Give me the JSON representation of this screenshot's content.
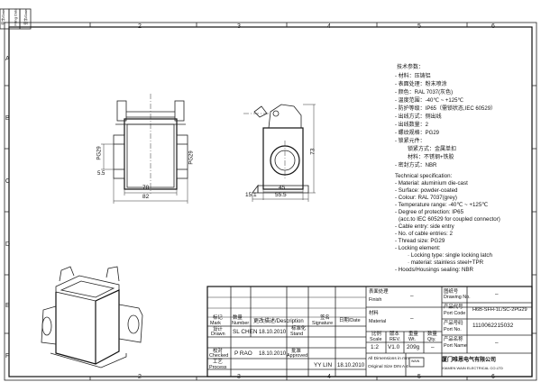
{
  "zones": {
    "top": [
      "2",
      "3",
      "4",
      "5",
      "6"
    ],
    "bottom": [
      "2",
      "3",
      "4",
      "5",
      "6"
    ],
    "left": [
      "A",
      "B",
      "C",
      "D",
      "E",
      "F"
    ]
  },
  "side_tabs": [
    "签字/Date",
    "Filing Date",
    "签字/Date"
  ],
  "dimensions": {
    "pg29_left": "PG29",
    "d5_5": "5.5",
    "d70": "70",
    "d82": "82",
    "pg29_right": "PG29",
    "d45": "45",
    "d55_5": "55.5",
    "d15_1": "15.1",
    "d73": "73"
  },
  "spec_cn_title": "技术参数：",
  "spec_cn": [
    "- 材料：压铸铝",
    "- 表面处理：粉末喷涂",
    "- 颜色：RAL 7037(灰色)",
    "- 温度范围：-40℃ ~ +125℃",
    "- 防护等级：IP65（需锁状态,IEC 60529）",
    "- 出线方式：侧出线",
    "- 出线数量：2",
    "- 螺纹规格：PG29",
    "- 锁紧元件：",
    "锁紧方式：金属单扣",
    "材料：不锈钢+铁胶",
    "- 密封方式：NBR"
  ],
  "spec_en_title": "Technical specification:",
  "spec_en": [
    "- Material: aluminium die-cast",
    "- Surface: powder-coated",
    "- Colour: RAL 7037(grey)",
    "- Temperature range: -40℃ ~ +125℃",
    "- Degree of protection: IP65",
    "(acc.to IEC 60529 for coupled connector)",
    "- Cable entry: side entry",
    "- No. of cable entries: 2",
    "- Thread size: PG29",
    "- Locking element:",
    "· Locking type: single locking latch",
    "· material: stainless steel+TPR",
    "- Hoods/Housings sealing: NBR"
  ],
  "title_block": {
    "finish_cn": "表面处理",
    "finish_en": "Finish",
    "finish_val": "–",
    "material_cn": "材料",
    "material_en": "Material",
    "material_val": "–",
    "scale_cn": "比例",
    "scale_en": "Scale",
    "scale_val": "1:2",
    "rev_cn": "版本",
    "rev_en": "REV.",
    "rev_val": "V1.0",
    "weight_cn": "重量",
    "weight_en": "Wt.",
    "weight_val": "209g",
    "qty_cn": "数量",
    "qty_en": "Qty.",
    "qty_val": "–",
    "drawing_cn": "图纸号",
    "drawing_en": "Drawing No.",
    "drawing_val": "–",
    "product_code_cn": "产品代号",
    "product_code_en": "Port Code",
    "product_code_val": "H6B-SFH-1L/SC-2PG29",
    "part_no_cn": "产品号码",
    "part_no_en": "Port No.",
    "part_no_val": "1110062215032",
    "part_name_cn": "产品名称",
    "part_name_en": "Port Name",
    "part_name_val": "–",
    "note1": "All Dimensions in mm",
    "note2": "Original Size DIN A 4",
    "company_cn": "厦门唯恩电气有限公司",
    "company_en": "XIAMEN WAIN ELECTRICAL CO.LTD",
    "hdr_mark": "标记",
    "hdr_mark_en": "Mark",
    "hdr_num": "数量",
    "hdr_num_en": "Number",
    "hdr_desc": "更改描述/Description",
    "hdr_sig": "签名",
    "hdr_sig_en": "Signature",
    "hdr_date": "日期/Date",
    "drawn_cn": "设计",
    "drawn_en": "Drawn",
    "drawn_by": "SL CHEN",
    "drawn_date": "18.10.2010",
    "std_cn": "标准化",
    "std_en": "Stand",
    "checked_cn": "校对",
    "checked_en": "Checked",
    "checked_by": "P RAO",
    "checked_date": "18.10.2010",
    "approved_cn": "批准",
    "approved_en": "Approved",
    "approved_by": "YY LIN",
    "approved_date": "18.10.2010",
    "process_cn": "工艺",
    "process_en": "Process"
  }
}
